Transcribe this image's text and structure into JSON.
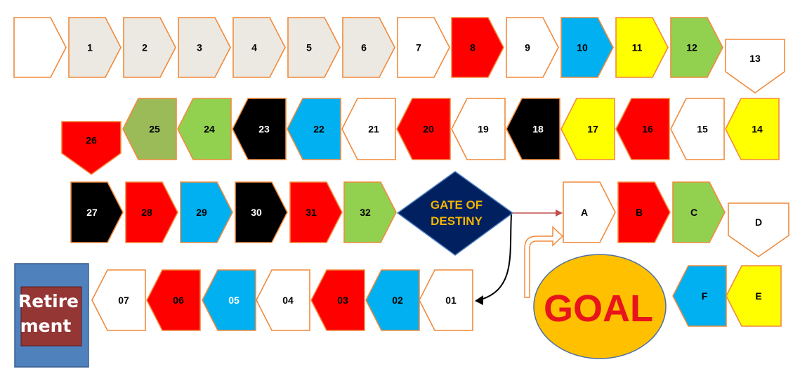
{
  "colors": {
    "stroke": "#f08a3c",
    "cream": "#ece9e2",
    "white": "#ffffff",
    "red": "#ff0000",
    "blue": "#00b0f0",
    "yellow": "#ffff00",
    "green": "#92d050",
    "darkgreen": "#9bbb59",
    "black": "#000000",
    "navy": "#002060",
    "gold": "#ffc000",
    "retire_bg": "#4f81bd",
    "retire_box": "#943634",
    "arrow_red": "#c0504d"
  },
  "tiles": [
    {
      "id": "start",
      "label": "",
      "fill": "white",
      "dir": "right"
    },
    {
      "id": "1",
      "label": "1",
      "fill": "cream",
      "dir": "right"
    },
    {
      "id": "2",
      "label": "2",
      "fill": "cream",
      "dir": "right"
    },
    {
      "id": "3",
      "label": "3",
      "fill": "cream",
      "dir": "right"
    },
    {
      "id": "4",
      "label": "4",
      "fill": "cream",
      "dir": "right"
    },
    {
      "id": "5",
      "label": "5",
      "fill": "cream",
      "dir": "right"
    },
    {
      "id": "6",
      "label": "6",
      "fill": "cream",
      "dir": "right"
    },
    {
      "id": "7",
      "label": "7",
      "fill": "white",
      "dir": "right"
    },
    {
      "id": "8",
      "label": "8",
      "fill": "red",
      "dir": "right"
    },
    {
      "id": "9",
      "label": "9",
      "fill": "white",
      "dir": "right"
    },
    {
      "id": "10",
      "label": "10",
      "fill": "blue",
      "dir": "right"
    },
    {
      "id": "11",
      "label": "11",
      "fill": "yellow",
      "dir": "right"
    },
    {
      "id": "12",
      "label": "12",
      "fill": "green",
      "dir": "right"
    },
    {
      "id": "13",
      "label": "13",
      "fill": "white",
      "dir": "down"
    },
    {
      "id": "14",
      "label": "14",
      "fill": "yellow",
      "dir": "left"
    },
    {
      "id": "15",
      "label": "15",
      "fill": "white",
      "dir": "left"
    },
    {
      "id": "16",
      "label": "16",
      "fill": "red",
      "dir": "left"
    },
    {
      "id": "17",
      "label": "17",
      "fill": "yellow",
      "dir": "left"
    },
    {
      "id": "18",
      "label": "18",
      "fill": "black",
      "dir": "left"
    },
    {
      "id": "19",
      "label": "19",
      "fill": "white",
      "dir": "left"
    },
    {
      "id": "20",
      "label": "20",
      "fill": "red",
      "dir": "left"
    },
    {
      "id": "21",
      "label": "21",
      "fill": "white",
      "dir": "left"
    },
    {
      "id": "22",
      "label": "22",
      "fill": "blue",
      "dir": "left"
    },
    {
      "id": "23",
      "label": "23",
      "fill": "black",
      "dir": "left"
    },
    {
      "id": "24",
      "label": "24",
      "fill": "green",
      "dir": "left"
    },
    {
      "id": "25",
      "label": "25",
      "fill": "darkgreen",
      "dir": "left"
    },
    {
      "id": "26",
      "label": "26",
      "fill": "red",
      "dir": "down"
    },
    {
      "id": "27",
      "label": "27",
      "fill": "black",
      "dir": "right"
    },
    {
      "id": "28",
      "label": "28",
      "fill": "red",
      "dir": "right"
    },
    {
      "id": "29",
      "label": "29",
      "fill": "blue",
      "dir": "right"
    },
    {
      "id": "30",
      "label": "30",
      "fill": "black",
      "dir": "right"
    },
    {
      "id": "31",
      "label": "31",
      "fill": "red",
      "dir": "right"
    },
    {
      "id": "32",
      "label": "32",
      "fill": "green",
      "dir": "right"
    },
    {
      "id": "A",
      "label": "A",
      "fill": "white",
      "dir": "right"
    },
    {
      "id": "B",
      "label": "B",
      "fill": "red",
      "dir": "right"
    },
    {
      "id": "C",
      "label": "C",
      "fill": "green",
      "dir": "right"
    },
    {
      "id": "D",
      "label": "D",
      "fill": "white",
      "dir": "down"
    },
    {
      "id": "E",
      "label": "E",
      "fill": "yellow",
      "dir": "left"
    },
    {
      "id": "F",
      "label": "F",
      "fill": "blue",
      "dir": "left"
    },
    {
      "id": "01",
      "label": "01",
      "fill": "white",
      "dir": "left"
    },
    {
      "id": "02",
      "label": "02",
      "fill": "blue",
      "dir": "left"
    },
    {
      "id": "03",
      "label": "03",
      "fill": "red",
      "dir": "left"
    },
    {
      "id": "04",
      "label": "04",
      "fill": "white",
      "dir": "left"
    },
    {
      "id": "05",
      "label": "05",
      "fill": "blue",
      "dir": "left"
    },
    {
      "id": "06",
      "label": "06",
      "fill": "red",
      "dir": "left"
    },
    {
      "id": "07",
      "label": "07",
      "fill": "white",
      "dir": "left"
    }
  ],
  "gate": {
    "line1": "GATE OF",
    "line2": "DESTINY"
  },
  "goal": {
    "label": "GOAL"
  },
  "retirement": {
    "line1": "Retire",
    "line2": "ment"
  }
}
